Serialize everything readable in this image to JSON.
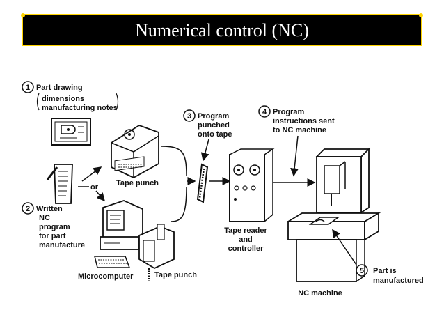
{
  "slide": {
    "title": "Numerical control (NC)",
    "accent_color": "#ffd400",
    "title_bg": "#000000"
  },
  "steps": [
    {
      "number": "1",
      "label": "Part drawing"
    },
    {
      "number": "2",
      "label": "Written"
    },
    {
      "number": "3",
      "label": "Program"
    },
    {
      "number": "4",
      "label": "Program"
    },
    {
      "number": "5",
      "label": "Part is"
    }
  ],
  "notes": {
    "dimensions_line1": "dimensions",
    "dimensions_line2": "manufacturing notes",
    "written_2": "NC",
    "written_3": "program",
    "written_4": "for part",
    "written_5": "manufacture",
    "program_2": "punched",
    "program_3": "onto tape",
    "instructions_2": "instructions sent",
    "instructions_3": "to NC machine",
    "manufactured_2": "manufactured"
  },
  "devices": {
    "or_label": "or",
    "tape_punch_top": "Tape punch",
    "tape_punch_bottom": "Tape punch",
    "microcomputer": "Microcomputer",
    "tape_reader_1": "Tape reader",
    "tape_reader_2": "and",
    "tape_reader_3": "controller",
    "nc_machine": "NC machine"
  },
  "icons": [
    "drawing-icon",
    "notepad-icon",
    "tape-punch-icon",
    "microcomputer-icon",
    "keyboard-icon",
    "punched-tape-icon",
    "tape-reader-icon",
    "nc-machine-icon",
    "workpiece-icon"
  ]
}
